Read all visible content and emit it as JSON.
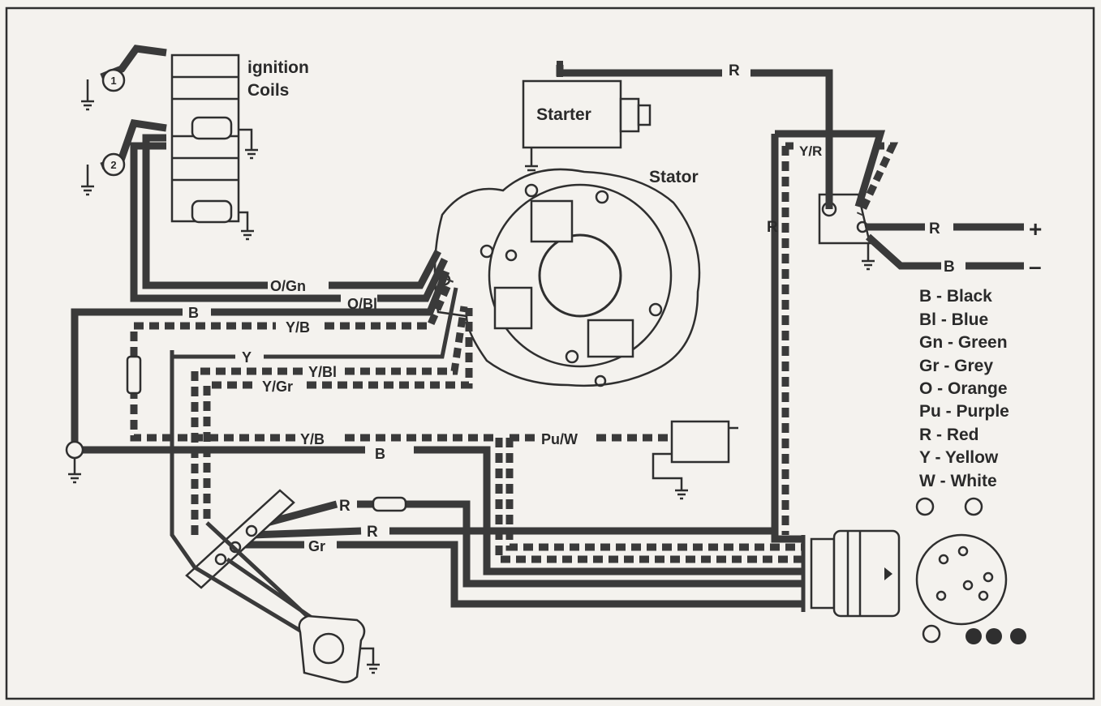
{
  "labels": {
    "ignition_line1": "ignition",
    "ignition_line2": "Coils",
    "coil1": "1",
    "coil2": "2",
    "starter": "Starter",
    "stator": "Stator"
  },
  "wires": {
    "r_top": "R",
    "y_r": "Y/R",
    "r_vertical": "R",
    "r_plus": "R",
    "b_minus": "B",
    "o_gn": "O/Gn",
    "o_bl": "O/Bl",
    "b_upper": "B",
    "y_b_upper": "Y/B",
    "y": "Y",
    "y_bl": "Y/Bl",
    "y_gr": "Y/Gr",
    "y_b_lower": "Y/B",
    "pu_w": "Pu/W",
    "b_lower": "B",
    "r_fuse": "R",
    "r_lower": "R",
    "gr": "Gr"
  },
  "terminals": {
    "plus": "+",
    "minus": "–"
  },
  "legend": [
    "B - Black",
    "Bl - Blue",
    "Gn - Green",
    "Gr - Grey",
    "O - Orange",
    "Pu - Purple",
    "R - Red",
    "Y - Yellow",
    "W - White"
  ]
}
